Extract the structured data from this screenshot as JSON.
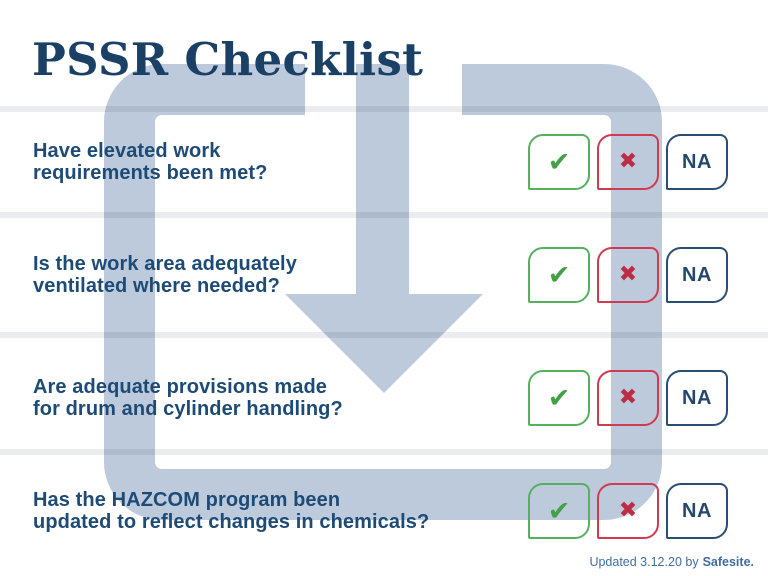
{
  "poster": {
    "title": "PSSR Checklist",
    "footer": {
      "updated_text": "Updated 3.12.20 by",
      "brand": "Safesite."
    }
  },
  "options": {
    "yes_symbol": "✔",
    "no_symbol": "✖",
    "na_label": "NA"
  },
  "checklist": {
    "items": [
      {
        "question": "Have elevated work requirements been met?",
        "lines": [
          "Have elevated work",
          "requirements been met?"
        ]
      },
      {
        "question": "Is the work area adequately ventilated where needed?",
        "lines": [
          "Is the work area adequately",
          "ventilated where needed?"
        ]
      },
      {
        "question": "Are adequate provisions made for drum and cylinder handling?",
        "lines": [
          "Are adequate provisions made",
          "for drum and cylinder handling?"
        ]
      },
      {
        "question": "Has the HAZCOM program been updated to reflect changes in chemicals?",
        "lines": [
          "Has the HAZCOM program been",
          "updated to reflect changes in chemicals?"
        ]
      }
    ]
  },
  "colors": {
    "title_navy": "#1a4165",
    "question_navy": "#1d4b76",
    "yes_green": "#43a047",
    "no_red": "#bb2d44",
    "na_navy": "#24486d",
    "watermark_blue": "#bccadb",
    "footer_blue": "#416c9e"
  }
}
